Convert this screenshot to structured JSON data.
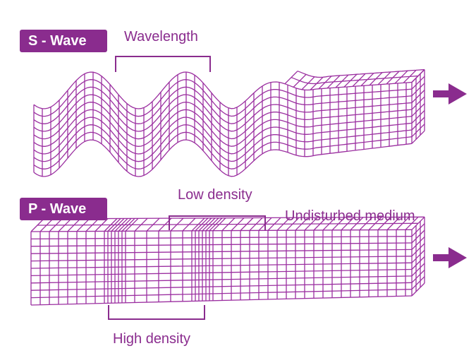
{
  "s_wave": {
    "badge": "S - Wave",
    "wavelength_label": "Wavelength",
    "direction_icon": "arrow-right-icon"
  },
  "p_wave": {
    "badge": "P - Wave",
    "low_density_label": "Low density",
    "undisturbed_label": "Undisturbed medium",
    "high_density_label": "High density",
    "direction_icon": "arrow-right-icon"
  },
  "colors": {
    "accent": "#8a2c8e",
    "mesh": "#9b2fa0",
    "background": "#ffffff"
  }
}
